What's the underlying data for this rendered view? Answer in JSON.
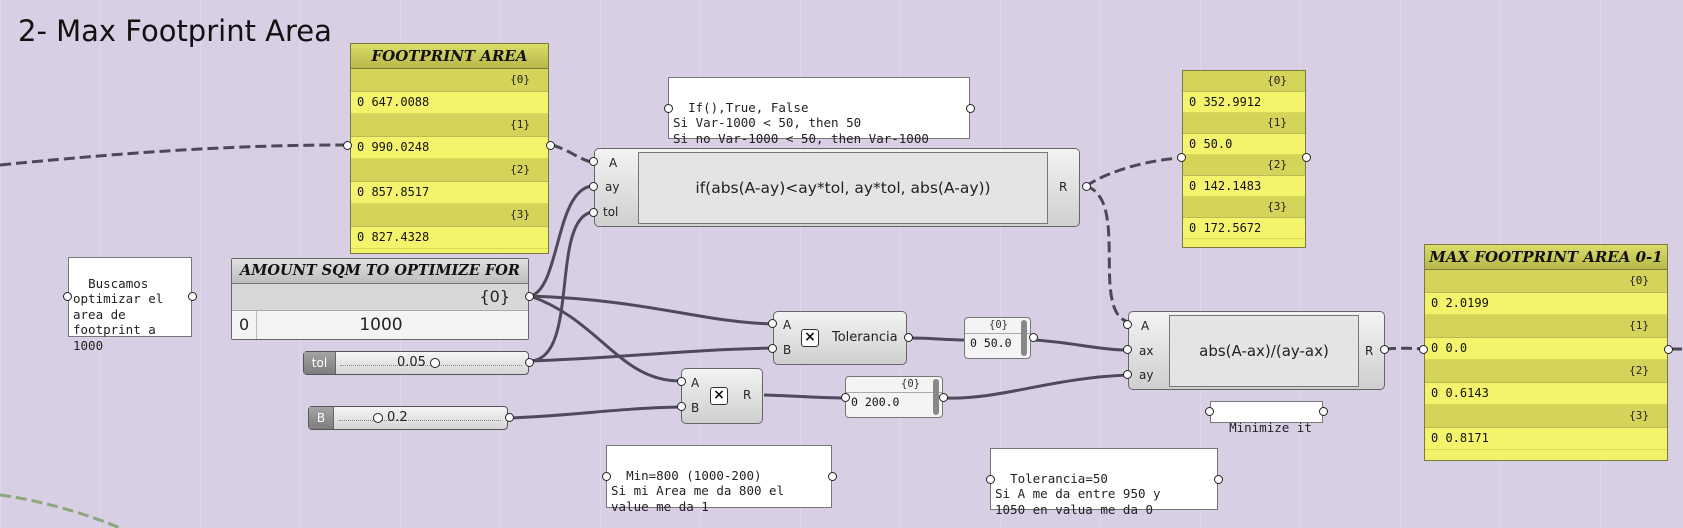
{
  "title": "2- Max Footprint Area",
  "footprint_panel": {
    "header": "FOOTPRINT AREA",
    "items": [
      {
        "index": "{0}",
        "value": "0 647.0088"
      },
      {
        "index": "{1}",
        "value": "0 990.0248"
      },
      {
        "index": "{2}",
        "value": "0 857.8517"
      },
      {
        "index": "{3}",
        "value": "0 827.4328"
      }
    ]
  },
  "result_panel": {
    "items": [
      {
        "index": "{0}",
        "value": "0 352.9912"
      },
      {
        "index": "{1}",
        "value": "0 50.0"
      },
      {
        "index": "{2}",
        "value": "0 142.1483"
      },
      {
        "index": "{3}",
        "value": "0 172.5672"
      }
    ]
  },
  "max_panel": {
    "header": "MAX FOOTPRINT AREA 0-1",
    "items": [
      {
        "index": "{0}",
        "value": "0 2.0199"
      },
      {
        "index": "{1}",
        "value": "0 0.0"
      },
      {
        "index": "{2}",
        "value": "0 0.6143"
      },
      {
        "index": "{3}",
        "value": "0 0.8171"
      }
    ]
  },
  "amount_panel": {
    "header": "AMOUNT SQM TO OPTIMIZE FOR",
    "index": "{0}",
    "row_index": "0",
    "value": "1000"
  },
  "notes": {
    "buscamos": "Buscamos\noptimizar el\narea de\nfootprint a\n1000",
    "if_note": "If(),True, False\nSi Var-1000 < 50, then 50\nSi no Var-1000 < 50, then Var-1000",
    "min_note": "Min=800 (1000-200)\nSi mi Area me da 800 el\nvalue me da 1",
    "tol_note": "Tolerancia=50\nSi A me da entre 950 y\n1050 en valua me da 0",
    "minimize": "Minimize it"
  },
  "expr1": {
    "expression": "if(abs(A-ay)<ay*tol, ay*tol, abs(A-ay))",
    "inputs": [
      "A",
      "ay",
      "tol"
    ],
    "output": "R"
  },
  "expr2": {
    "expression": "abs(A-ax)/(ay-ax)",
    "inputs": [
      "A",
      "ax",
      "ay"
    ],
    "output": "R"
  },
  "multiply_tol": {
    "inputs": [
      "A",
      "B"
    ],
    "label": "Tolerancia",
    "symbol": "×"
  },
  "multiply_b": {
    "inputs": [
      "A",
      "B"
    ],
    "output": "R",
    "symbol": "×"
  },
  "slider_tol": {
    "label": "tol",
    "value": "0.05",
    "fraction": 0.4
  },
  "slider_b": {
    "label": "B",
    "value": "0.2",
    "fraction": 0.2
  },
  "num_tol": {
    "index": "{0}",
    "value": "0 50.0"
  },
  "num_b": {
    "index": "{0}",
    "value": "0 200.0"
  }
}
